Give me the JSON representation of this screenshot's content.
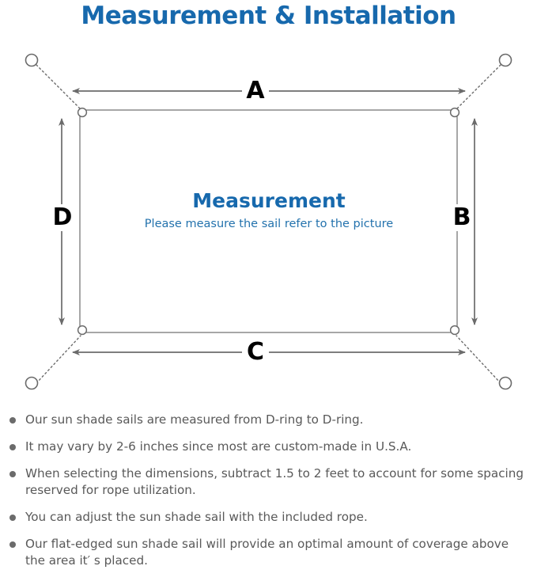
{
  "page": {
    "title": "Measurement & Installation",
    "background_color": "#ffffff",
    "title_color": "#1769ad"
  },
  "diagram": {
    "name": "sun-shade-sail-measurement-diagram",
    "center_title": "Measurement",
    "center_subtitle": "Please measure the sail refer to the picture",
    "sail_border_color": "#888888",
    "arrow_color": "#6b6b6b",
    "dimension_labels": [
      {
        "id": "A",
        "label": "A",
        "position": "top",
        "orientation": "horizontal"
      },
      {
        "id": "B",
        "label": "B",
        "position": "right",
        "orientation": "vertical"
      },
      {
        "id": "C",
        "label": "C",
        "position": "bottom",
        "orientation": "horizontal"
      },
      {
        "id": "D",
        "label": "D",
        "position": "left",
        "orientation": "vertical"
      }
    ],
    "corners": [
      {
        "id": "top-left",
        "d_ring": true,
        "anchor_circle": true
      },
      {
        "id": "top-right",
        "d_ring": true,
        "anchor_circle": true
      },
      {
        "id": "bottom-right",
        "d_ring": true,
        "anchor_circle": true
      },
      {
        "id": "bottom-left",
        "d_ring": true,
        "anchor_circle": true
      }
    ]
  },
  "notes": [
    {
      "text": "Our sun shade sails are measured from D-ring to D-ring."
    },
    {
      "text": "It may vary by 2-6 inches since most are custom-made in U.S.A."
    },
    {
      "text": "When selecting the dimensions, subtract 1.5 to 2 feet to account for some spacing reserved for rope utilization."
    },
    {
      "text": "You can adjust the sun shade sail with the included rope."
    },
    {
      "text": "Our flat-edged sun shade sail will provide an optimal amount of coverage above the area it′ s placed."
    }
  ]
}
